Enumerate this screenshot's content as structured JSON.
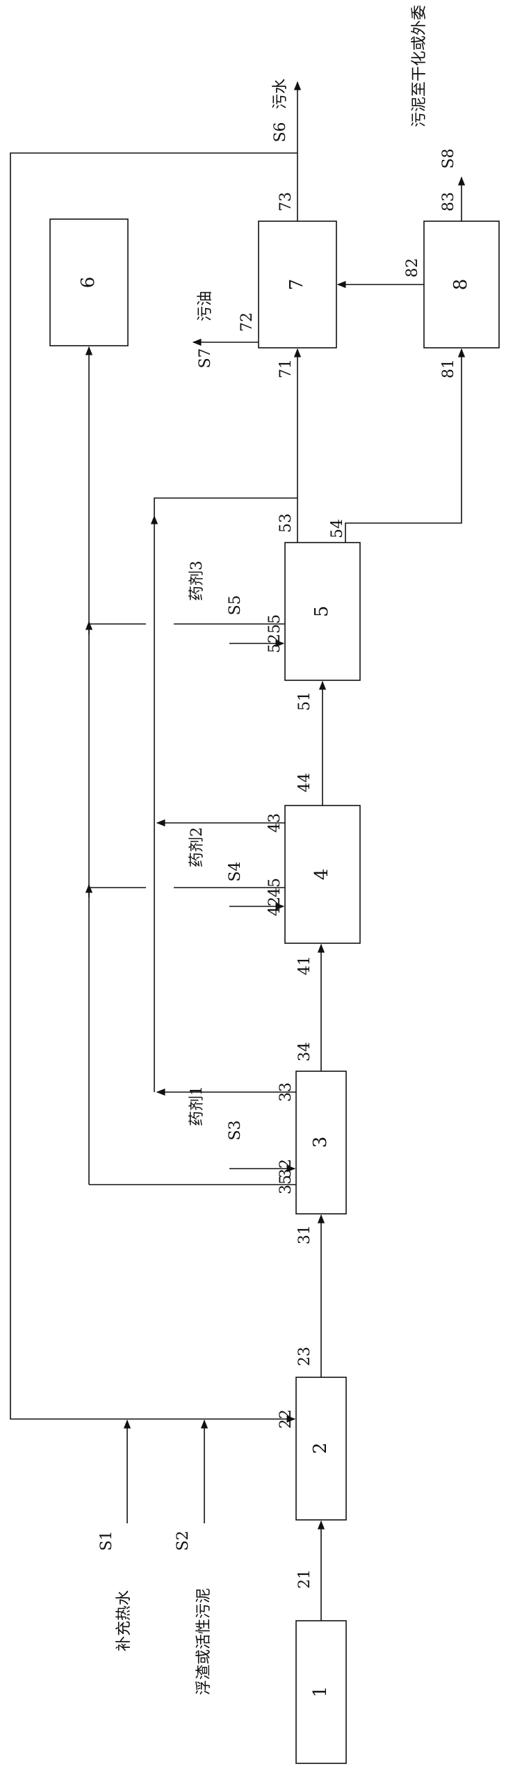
{
  "boxes": {
    "b1": "1",
    "b2": "2",
    "b3": "3",
    "b4": "4",
    "b5": "5",
    "b6": "6",
    "b7": "7",
    "b8": "8"
  },
  "ports": {
    "p21": "21",
    "p22": "22",
    "p23": "23",
    "p31": "31",
    "p32": "32",
    "p33": "33",
    "p34": "34",
    "p35": "35",
    "p41": "41",
    "p42": "42",
    "p43": "43",
    "p44": "44",
    "p45": "45",
    "p51": "51",
    "p52": "52",
    "p53": "53",
    "p54": "54",
    "p55": "55",
    "p71": "71",
    "p72": "72",
    "p73": "73",
    "p81": "81",
    "p82": "82",
    "p83": "83"
  },
  "streams": {
    "s1": "S1",
    "s1_text": "补充热水",
    "s2": "S2",
    "s2_text": "浮渣或活性污泥",
    "s3": "S3",
    "s3_text": "药剂1",
    "s4": "S4",
    "s4_text": "药剂2",
    "s5": "S5",
    "s5_text": "药剂3",
    "s6": "S6",
    "s6_text": "污水",
    "s7": "S7",
    "s7_text": "污油",
    "s8": "S8",
    "s8_text": "污泥至干化或外委"
  }
}
